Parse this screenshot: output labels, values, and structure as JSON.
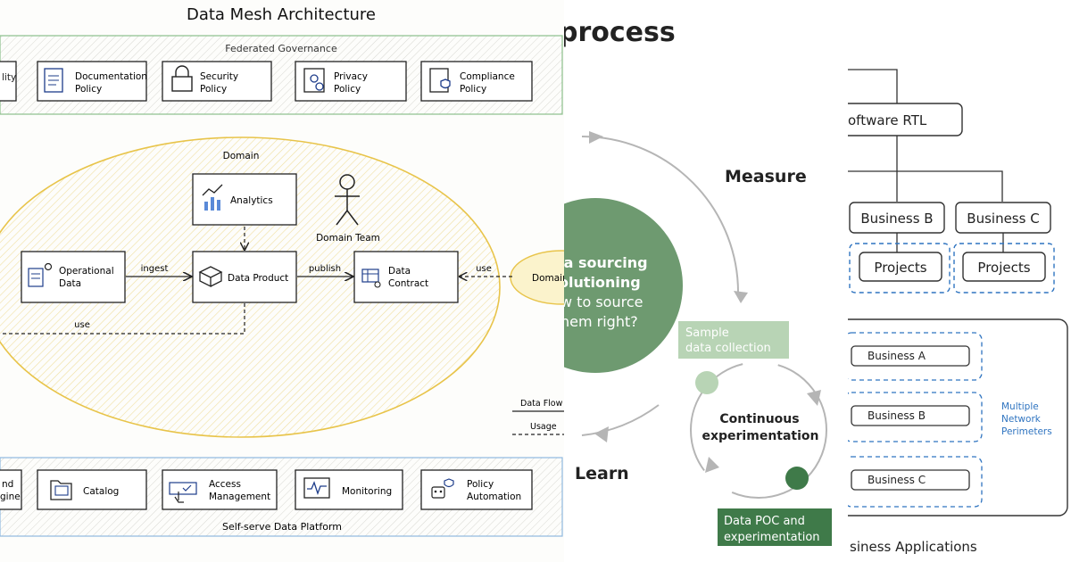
{
  "panel1": {
    "title": "Data Mesh Architecture",
    "governance": {
      "label": "Federated Governance",
      "partial_left": "lity",
      "policies": [
        {
          "line1": "Documentation",
          "line2": "Policy",
          "icon": "document-icon"
        },
        {
          "line1": "Security",
          "line2": "Policy",
          "icon": "lock-icon"
        },
        {
          "line1": "Privacy",
          "line2": "Policy",
          "icon": "privacy-icon"
        },
        {
          "line1": "Compliance",
          "line2": "Policy",
          "icon": "compliance-icon"
        }
      ]
    },
    "domain": {
      "label": "Domain",
      "team": "Domain Team",
      "analytics": "Analytics",
      "operational": {
        "line1": "Operational",
        "line2": "Data"
      },
      "product": "Data Product",
      "contract": {
        "line1": "Data",
        "line2": "Contract"
      },
      "edges": {
        "ingest": "ingest",
        "publish": "publish",
        "use_right": "use",
        "use_bottom": "use"
      },
      "other_domain": "Domain"
    },
    "legend": {
      "flow": "Data Flow",
      "usage": "Usage"
    },
    "platform": {
      "label": "Self-serve Data Platform",
      "partial_left": {
        "line1": "nd",
        "line2": "gine"
      },
      "tools": [
        {
          "line1": "Catalog",
          "line2": "",
          "icon": "catalog-icon"
        },
        {
          "line1": "Access",
          "line2": "Management",
          "icon": "access-icon"
        },
        {
          "line1": "Monitoring",
          "line2": "",
          "icon": "monitoring-icon"
        },
        {
          "line1": "Policy",
          "line2": "Automation",
          "icon": "robot-icon"
        }
      ]
    }
  },
  "panel2": {
    "title": "process",
    "measure": "Measure",
    "learn": "Learn",
    "circle_text": [
      "ta sourcing",
      "olutioning",
      "w to source",
      "hem right?"
    ],
    "sample": [
      "Sample",
      "data collection"
    ],
    "continuous": [
      "Continuous",
      "experimentation"
    ],
    "poc": [
      "Data POC and",
      "experimentation"
    ],
    "colors": {
      "main": "#6e9a70",
      "light": "#b8d4b5",
      "dark": "#3f7a49",
      "arrow": "#b5b5b5"
    }
  },
  "panel3": {
    "top_node": "oftware RTL",
    "business_b": "Business B",
    "business_c": "Business C",
    "projects_1": "Projects",
    "projects_2": "Projects",
    "list": [
      "Business A",
      "Business B",
      "Business C"
    ],
    "network": [
      "Multiple",
      "Network",
      "Perimeters"
    ],
    "footer": "siness Applications"
  }
}
